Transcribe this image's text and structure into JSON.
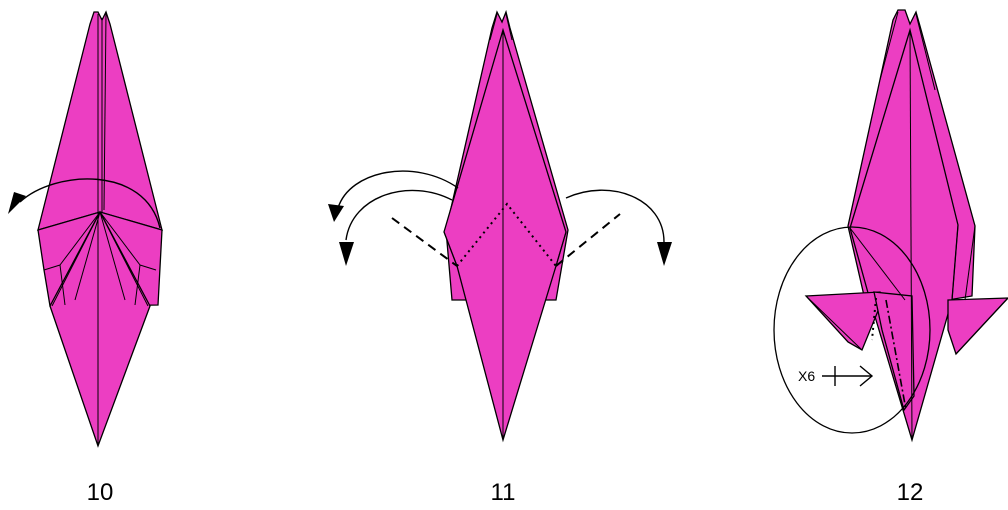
{
  "steps": [
    {
      "label": "10"
    },
    {
      "label": "11"
    },
    {
      "label": "12"
    }
  ],
  "repeat_label": "X6",
  "colors": {
    "paper": "#ec3ec2",
    "line": "#000000"
  }
}
